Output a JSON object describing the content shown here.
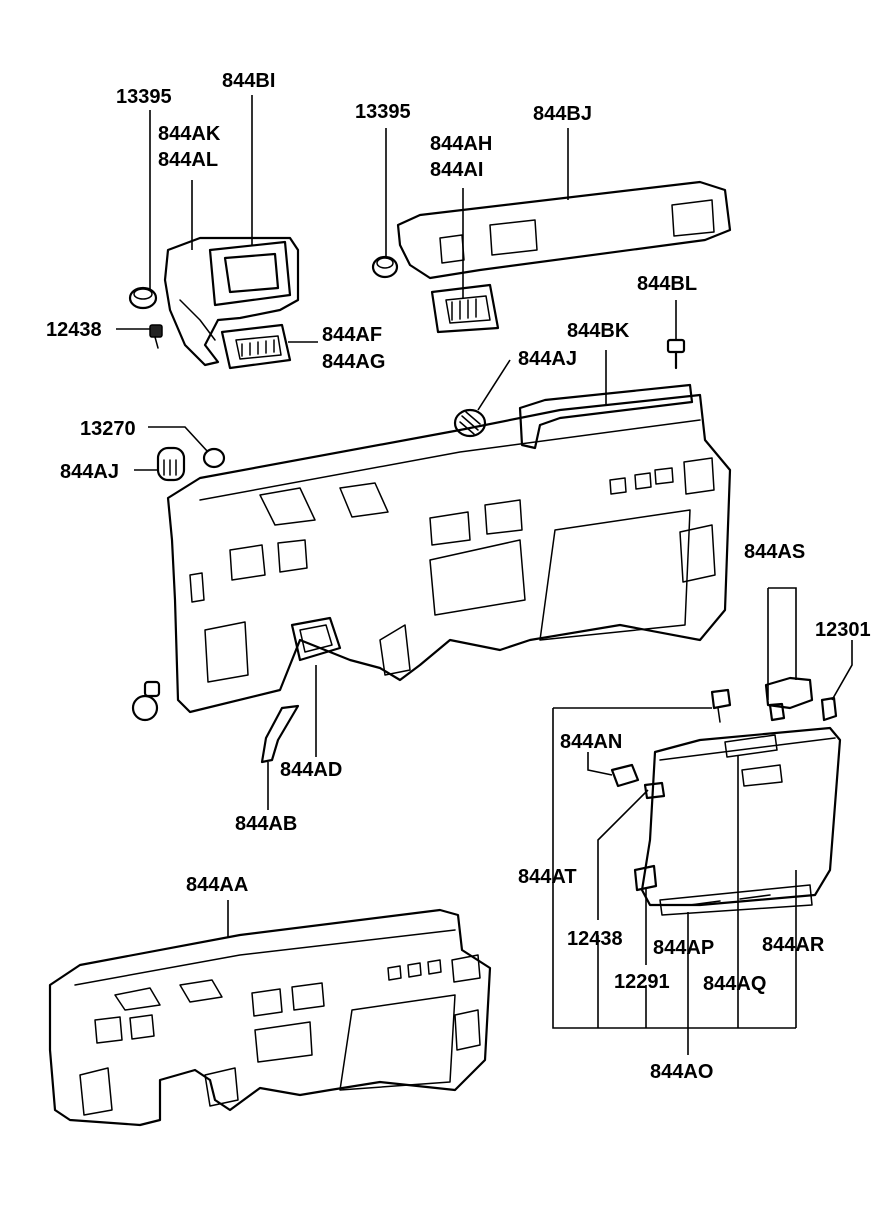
{
  "labels": {
    "l13395a": "13395",
    "l844BI": "844BI",
    "l844AK": "844AK",
    "l844AL": "844AL",
    "l12438a": "12438",
    "l844AF": "844AF",
    "l844AG": "844AG",
    "l13395b": "13395",
    "l844BJ": "844BJ",
    "l844AH": "844AH",
    "l844AI": "844AI",
    "l844BL": "844BL",
    "l844BK": "844BK",
    "l844AJa": "844AJ",
    "l13270": "13270",
    "l844AJb": "844AJ",
    "l844AS": "844AS",
    "l12301": "12301",
    "l844AN": "844AN",
    "l844AT": "844AT",
    "l12438b": "12438",
    "l844AP": "844AP",
    "l844AR": "844AR",
    "l12291": "12291",
    "l844AQ": "844AQ",
    "l844AO": "844AO",
    "l844AD": "844AD",
    "l844AB": "844AB",
    "l844AA": "844AA"
  }
}
